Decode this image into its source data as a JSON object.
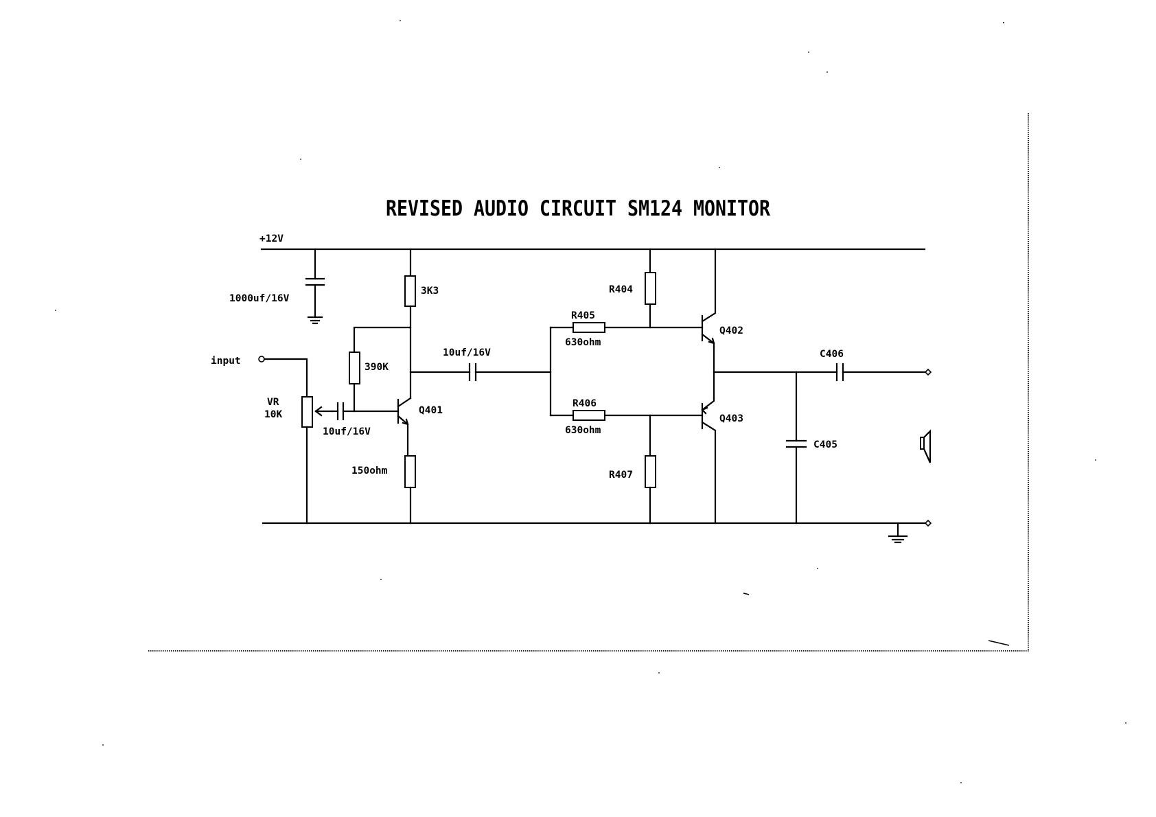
{
  "title": "REVISED AUDIO CIRCUIT SM124 MONITOR",
  "labels": {
    "supply": "+12V",
    "c_supply": "1000uf/16V",
    "input": "input",
    "vr_name": "VR",
    "vr_value": "10K",
    "c_in": "10uf/16V",
    "r_collector": "3K3",
    "r_bias": "390K",
    "q401": "Q401",
    "r_emitter": "150ohm",
    "c_coupling": "10uf/16V",
    "r404": "R404",
    "r405": "R405",
    "r405_value": "630ohm",
    "r406": "R406",
    "r406_value": "630ohm",
    "r407": "R407",
    "q402": "Q402",
    "q403": "Q403",
    "c406": "C406",
    "c405": "C405"
  }
}
